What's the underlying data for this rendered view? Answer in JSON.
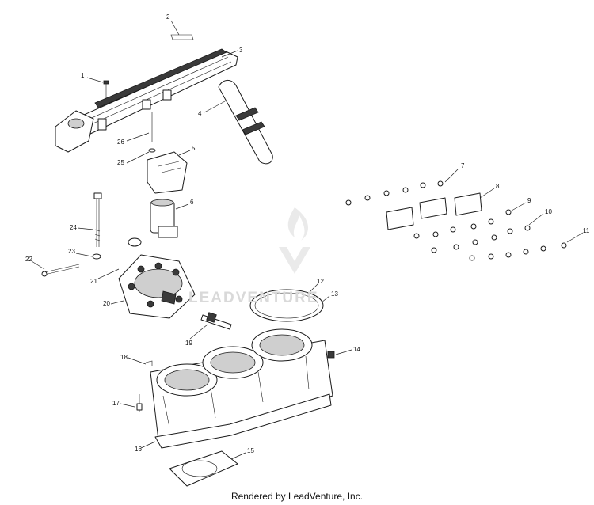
{
  "watermark": {
    "text": "LEADVENTURE"
  },
  "footer": {
    "text": "Rendered by LeadVenture, Inc."
  },
  "callouts": [
    "1",
    "2",
    "3",
    "4",
    "5",
    "6",
    "7",
    "8",
    "9",
    "10",
    "11",
    "12",
    "13",
    "14",
    "15",
    "16",
    "17",
    "18",
    "19",
    "20",
    "21",
    "22",
    "23",
    "24",
    "25",
    "26"
  ]
}
